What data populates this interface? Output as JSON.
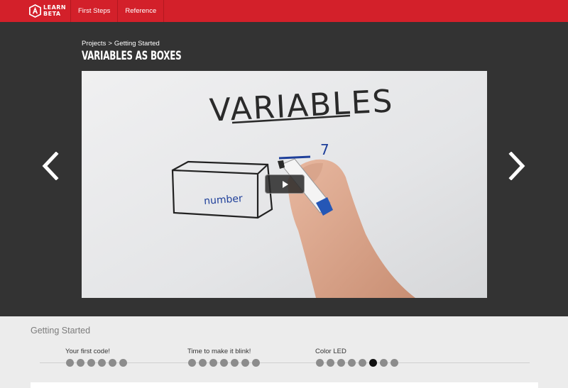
{
  "nav": {
    "brand_line1": "LEARN",
    "brand_line2": "BETA",
    "items": [
      {
        "label": "First Steps"
      },
      {
        "label": "Reference"
      }
    ]
  },
  "breadcrumb": {
    "parent": "Projects",
    "separator": ">",
    "current": "Getting Started"
  },
  "lesson": {
    "title": "Variables as Boxes"
  },
  "video": {
    "whiteboard_heading": "VARIABLES",
    "box_label": "number",
    "written_value": "7"
  },
  "section": {
    "title": "Getting Started",
    "lessons": [
      {
        "label": "Your first code!",
        "dots": 6,
        "active_index": -1
      },
      {
        "label": "Time to make it blink!",
        "dots": 7,
        "active_index": -1
      },
      {
        "label": "Color LED",
        "dots": 8,
        "active_index": 5
      }
    ]
  },
  "colors": {
    "brand_red": "#d3202a",
    "stage_bg": "#333333",
    "lower_bg": "#ececec",
    "dot_inactive": "#8c8c8c",
    "dot_active": "#111111"
  },
  "icons": {
    "prev": "chevron-left-icon",
    "next": "chevron-right-icon",
    "play": "play-icon",
    "logo": "arduino-logo-icon"
  }
}
